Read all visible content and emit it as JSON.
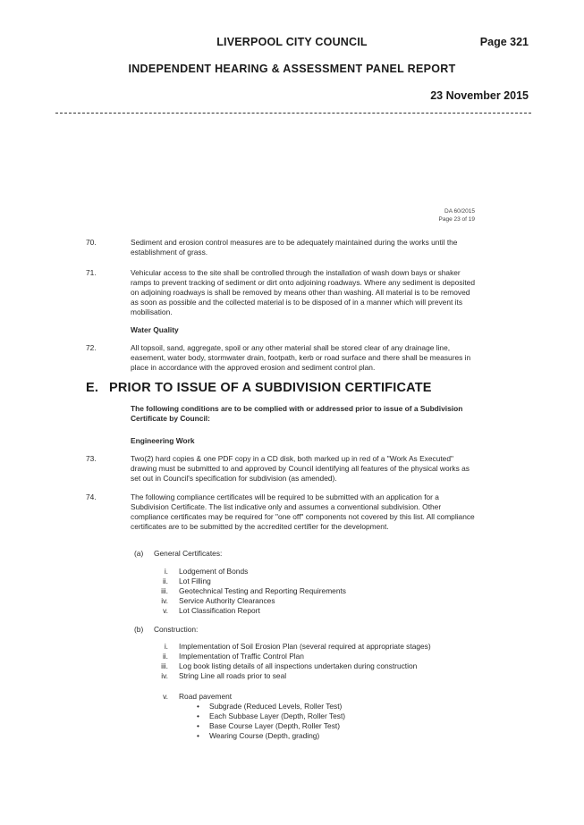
{
  "header": {
    "council": "LIVERPOOL CITY COUNCIL",
    "page": "Page 321",
    "report": "INDEPENDENT HEARING & ASSESSMENT PANEL REPORT",
    "date": "23 November 2015"
  },
  "doc_ref": {
    "line1": "DA 60/2015",
    "line2": "Page 23 of 19"
  },
  "items": {
    "i70": {
      "num": "70.",
      "text": "Sediment and erosion control measures are to be adequately maintained during the works until the establishment of grass."
    },
    "i71": {
      "num": "71.",
      "text": "Vehicular access to the site shall be controlled through the installation of wash down bays or shaker ramps to prevent tracking of sediment or dirt onto adjoining roadways. Where any sediment is deposited on adjoining roadways is shall be removed by means other than washing. All material is to be removed as soon as possible and the collected material is to be disposed of in a manner which will prevent its mobilisation."
    },
    "water_quality": "Water Quality",
    "i72": {
      "num": "72.",
      "text": "All topsoil, sand, aggregate, spoil or any other material shall be stored clear of any drainage line, easement, water body, stormwater drain, footpath, kerb or road surface and there shall be measures in place in accordance with the approved erosion and sediment control plan."
    },
    "section_e": {
      "letter": "E.",
      "title": "PRIOR TO ISSUE OF A SUBDIVISION CERTIFICATE"
    },
    "section_intro": "The following conditions are to be complied with or addressed prior to issue of a Subdivision Certificate by Council:",
    "engineering_work": "Engineering Work",
    "i73": {
      "num": "73.",
      "text": "Two(2) hard copies & one PDF copy in a CD disk, both marked up in red of a \"Work As Executed\" drawing must be submitted to and approved by Council identifying all features of the physical works as set out in Council's specification for subdivision (as amended)."
    },
    "i74": {
      "num": "74.",
      "text": "The following compliance certificates will be required to be submitted with an application for a Subdivision Certificate. The list indicative only and assumes a conventional subdivision. Other compliance certificates may be required for \"one off\" components not covered by this list. All compliance certificates are to be submitted by the accredited certifier for the development."
    },
    "cat_a": {
      "label": "(a)",
      "text": "General Certificates:"
    },
    "general": [
      {
        "n": "i.",
        "t": "Lodgement of Bonds"
      },
      {
        "n": "ii.",
        "t": "Lot Filling"
      },
      {
        "n": "iii.",
        "t": "Geotechnical Testing and Reporting Requirements"
      },
      {
        "n": "iv.",
        "t": "Service Authority Clearances"
      },
      {
        "n": "v.",
        "t": "Lot Classification Report"
      }
    ],
    "cat_b": {
      "label": "(b)",
      "text": "Construction:"
    },
    "construction": [
      {
        "n": "i.",
        "t": "Implementation of Soil Erosion Plan (several required at appropriate stages)"
      },
      {
        "n": "ii.",
        "t": "Implementation of Traffic Control Plan"
      },
      {
        "n": "iii.",
        "t": "Log book listing details of all inspections undertaken during construction"
      },
      {
        "n": "iv.",
        "t": "String Line all roads prior to seal"
      }
    ],
    "road_pavement": {
      "n": "v.",
      "t": "Road pavement"
    },
    "pavement": [
      "Subgrade (Reduced Levels, Roller Test)",
      "Each Subbase Layer (Depth, Roller Test)",
      "Base Course Layer (Depth, Roller Test)",
      "Wearing Course (Depth, grading)"
    ]
  }
}
